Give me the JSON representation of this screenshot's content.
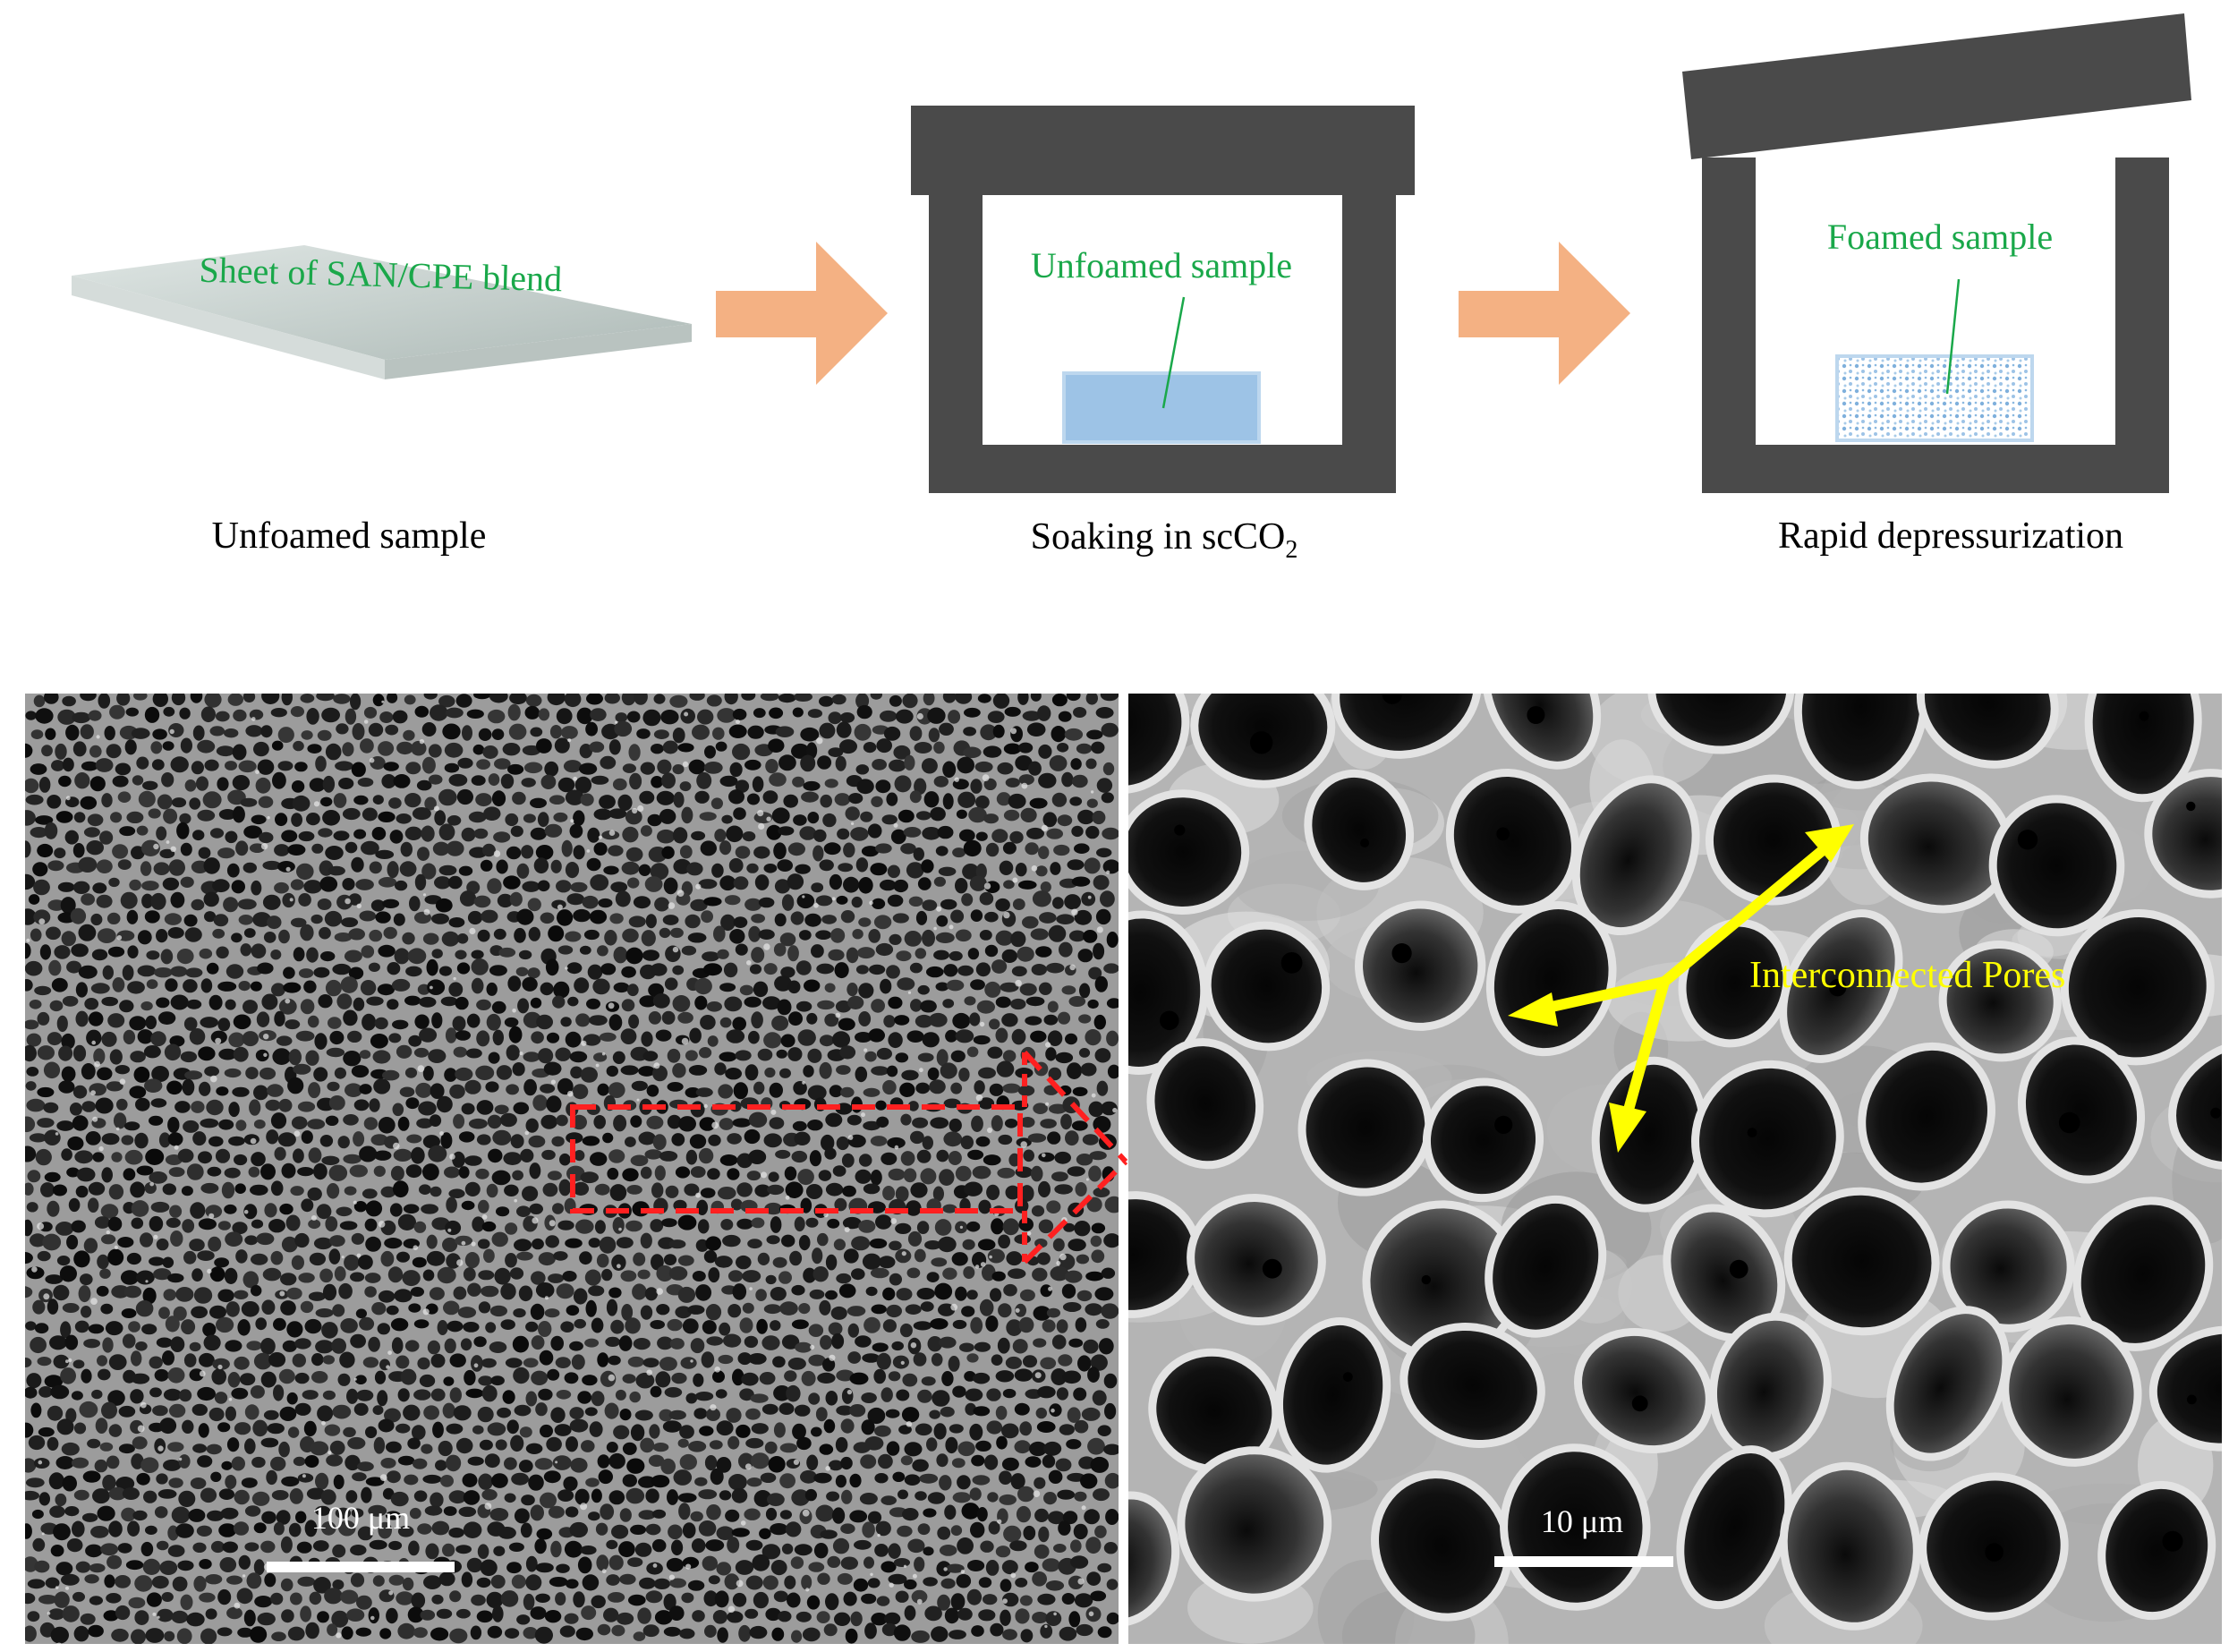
{
  "stages": [
    {
      "inner_label": "Sheet of SAN/CPE blend",
      "caption": "Unfoamed sample"
    },
    {
      "inner_label": "Unfoamed sample",
      "caption_main": "Soaking in scCO",
      "caption_sub": "2"
    },
    {
      "inner_label": "Foamed sample",
      "caption": "Rapid depressurization"
    }
  ],
  "micrographs": [
    {
      "scale_label": "100 μm"
    },
    {
      "scale_label": "10 μm",
      "annotation": "Interconnected Pores"
    }
  ],
  "colors": {
    "vessel": "#4a4a4a",
    "process_arrow": "#f4b183",
    "label_green": "#1aa84a",
    "sample_fill": "#9dc3e6",
    "highlight_box": "#ff2020",
    "annotation_yellow": "#ffff00"
  }
}
